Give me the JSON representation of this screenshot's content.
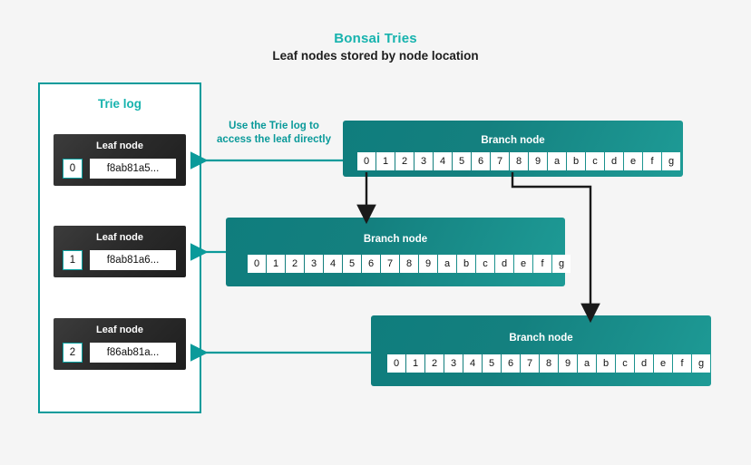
{
  "header": {
    "title": "Bonsai Tries",
    "subtitle": "Leaf nodes stored by node location"
  },
  "colors": {
    "accent_teal": "#17b3ae",
    "panel_border": "#069b9b",
    "branch_teal": "#137d7d",
    "arrow_teal": "#0a9a9a",
    "arrow_black": "#1a1a1a",
    "leaf_dark": "#2c2c2c",
    "background": "#f5f5f5"
  },
  "trie_log": {
    "title": "Trie log",
    "leaves": [
      {
        "name": "Leaf node",
        "index": "0",
        "hash": "f8ab81a5..."
      },
      {
        "name": "Leaf node",
        "index": "1",
        "hash": "f8ab81a6..."
      },
      {
        "name": "Leaf node",
        "index": "2",
        "hash": "f86ab81a..."
      }
    ]
  },
  "annotation": {
    "line1": "Use the Trie log to",
    "line2": "access the leaf directly"
  },
  "branch_nodes": [
    {
      "title": "Branch node",
      "cells": [
        "0",
        "1",
        "2",
        "3",
        "4",
        "5",
        "6",
        "7",
        "8",
        "9",
        "a",
        "b",
        "c",
        "d",
        "e",
        "f",
        "g"
      ]
    },
    {
      "title": "Branch node",
      "cells": [
        "0",
        "1",
        "2",
        "3",
        "4",
        "5",
        "6",
        "7",
        "8",
        "9",
        "a",
        "b",
        "c",
        "d",
        "e",
        "f",
        "g"
      ]
    },
    {
      "title": "Branch node",
      "cells": [
        "0",
        "1",
        "2",
        "3",
        "4",
        "5",
        "6",
        "7",
        "8",
        "9",
        "a",
        "b",
        "c",
        "d",
        "e",
        "f",
        "g"
      ]
    }
  ]
}
